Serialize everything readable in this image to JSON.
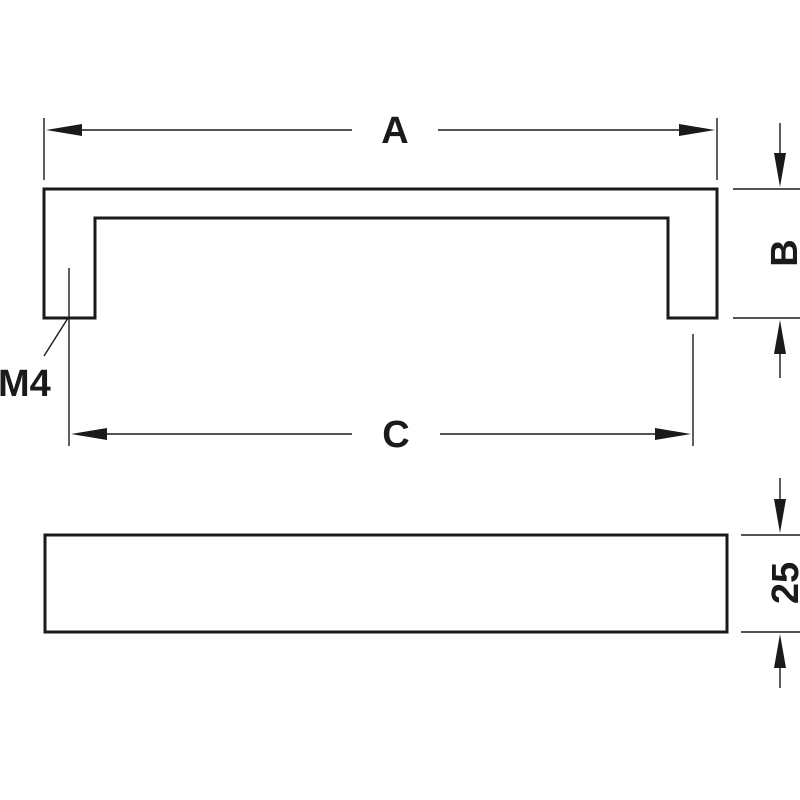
{
  "dimensions": {
    "overall_length": "A",
    "height": "B",
    "hole_centres": "C",
    "thread": "M4",
    "width": "25"
  },
  "colors": {
    "line": "#1a1a1a",
    "background": "#ffffff"
  }
}
